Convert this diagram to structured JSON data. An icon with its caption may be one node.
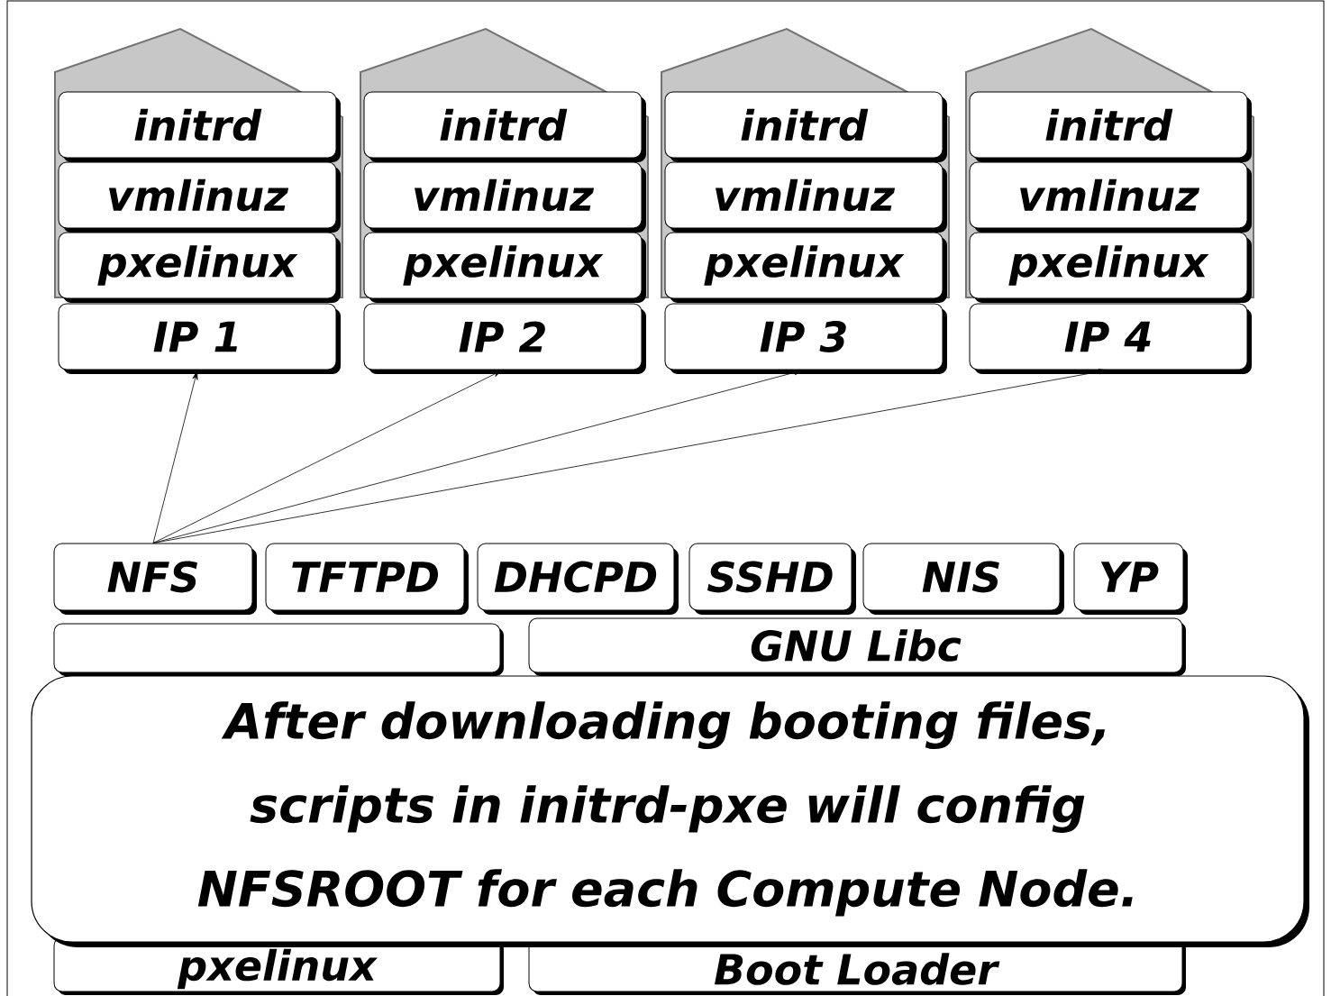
{
  "diagram": {
    "nodes": [
      {
        "text": [
          "initrd"
        ]
      },
      {
        "text": [
          "vmlinuz"
        ]
      },
      {
        "text": [
          "pxelinux"
        ]
      },
      {
        "text": [
          "IP 1"
        ]
      },
      {
        "text": [
          "initrd"
        ]
      },
      {
        "text": [
          "vmlinuz"
        ]
      },
      {
        "text": [
          "pxelinux"
        ]
      },
      {
        "text": [
          "IP 2"
        ]
      },
      {
        "text": [
          "initrd"
        ]
      },
      {
        "text": [
          "vmlinuz"
        ]
      },
      {
        "text": [
          "pxelinux"
        ]
      },
      {
        "text": [
          "IP 3"
        ]
      },
      {
        "text": [
          "initrd"
        ]
      },
      {
        "text": [
          "vmlinuz"
        ]
      },
      {
        "text": [
          "pxelinux"
        ]
      },
      {
        "text": [
          "IP 4"
        ]
      },
      {
        "text": [
          "NFS"
        ]
      },
      {
        "text": [
          "TFTPD"
        ]
      },
      {
        "text": [
          "DHCPD"
        ]
      },
      {
        "text": [
          "SSHD"
        ]
      },
      {
        "text": [
          "NIS"
        ]
      },
      {
        "text": [
          "YP"
        ]
      },
      {
        "text": [],
        "shape": "box"
      },
      {
        "text": [
          "GNU Libc"
        ]
      },
      {
        "text": [
          "pxelinux"
        ]
      },
      {
        "text": [
          "Boot Loader"
        ]
      },
      {
        "text": [
          "After downloading booting files, scripts in initrd-pxe will config NFSROOT for each Compute Node."
        ]
      }
    ],
    "edges": [
      {
        "from": 16,
        "to": 3,
        "arrow": "to"
      },
      {
        "from": 16,
        "to": 7,
        "arrow": "to"
      },
      {
        "from": 16,
        "to": 11,
        "arrow": "to"
      },
      {
        "from": 16,
        "to": 15,
        "arrow": "to"
      }
    ]
  }
}
